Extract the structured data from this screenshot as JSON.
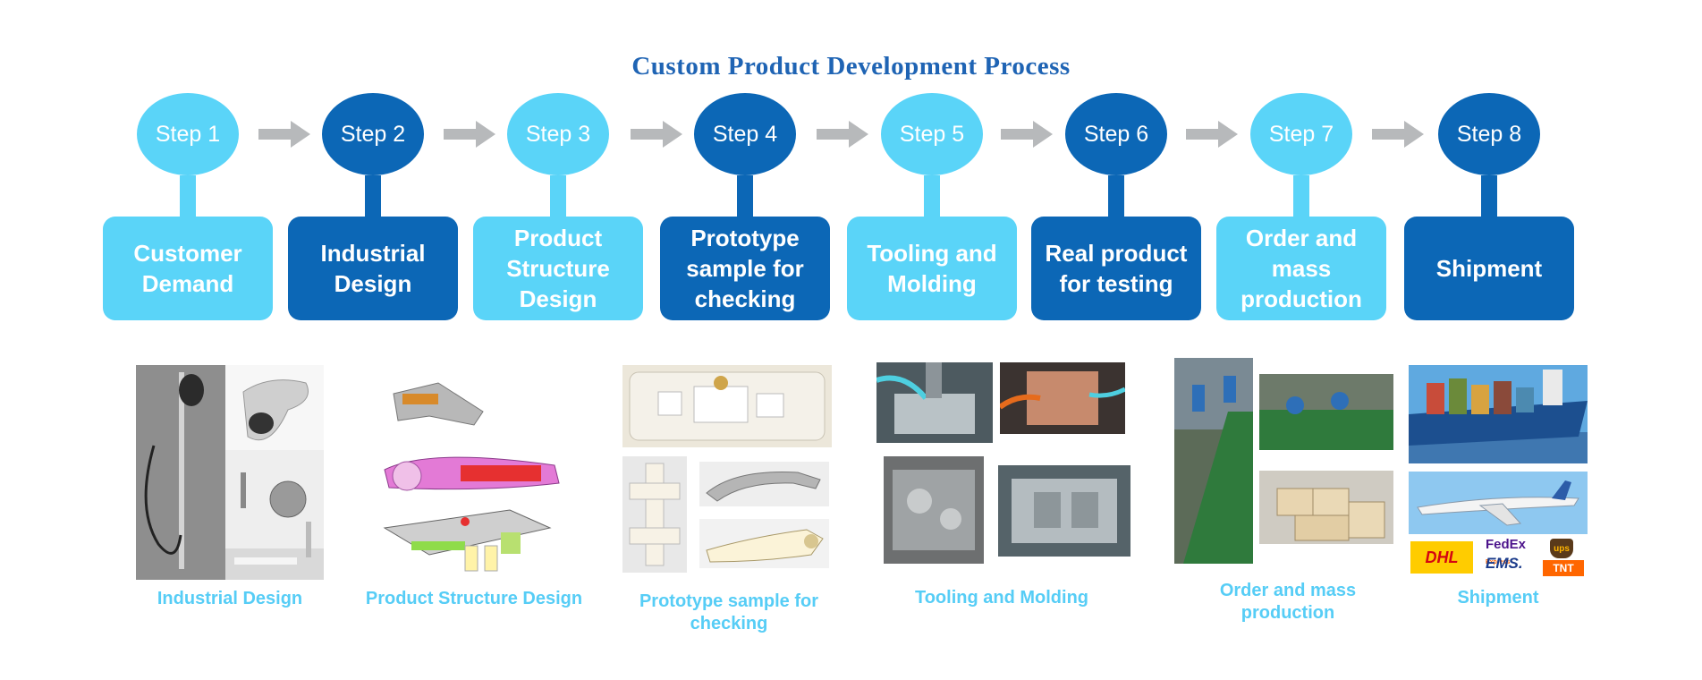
{
  "title": "Custom Product Development Process",
  "steps": [
    {
      "label": "Step 1",
      "name": "Customer\nDemand"
    },
    {
      "label": "Step 2",
      "name": "Industrial\nDesign"
    },
    {
      "label": "Step 3",
      "name": "Product\nStructure\nDesign"
    },
    {
      "label": "Step 4",
      "name": "Prototype\nsample for\nchecking"
    },
    {
      "label": "Step 5",
      "name": "Tooling and\nMolding"
    },
    {
      "label": "Step 6",
      "name": "Real product\nfor testing"
    },
    {
      "label": "Step 7",
      "name": "Order and\nmass\nproduction"
    },
    {
      "label": "Step 8",
      "name": "Shipment"
    }
  ],
  "captions": {
    "industrial": "Industrial   Design",
    "structure": "Product  Structure  Design",
    "prototype": "Prototype sample for\nchecking",
    "tooling": "Tooling and Molding",
    "order": "Order and mass\nproduction",
    "shipment": "Shipment"
  },
  "logos": {
    "dhl": "DHL",
    "fedex": "FedEx",
    "fedex_sub": "Express",
    "ems": "EMS.",
    "ups": "ups",
    "tnt": "TNT"
  },
  "colors": {
    "light_step": "#5ad4f8",
    "dark_step": "#0c67b6",
    "title": "#1f64b4",
    "caption": "#56cdf6",
    "arrow": "#b7b9bb"
  }
}
